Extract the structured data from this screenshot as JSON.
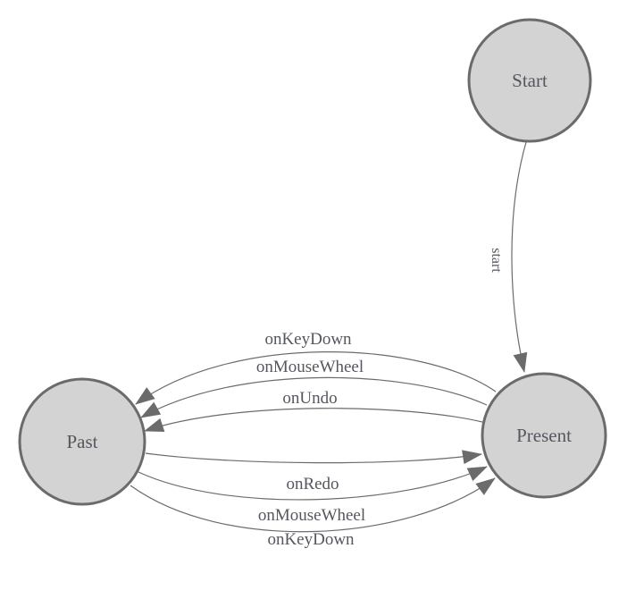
{
  "diagram": {
    "kind": "state-machine",
    "nodes": [
      {
        "id": "start",
        "label": "Start"
      },
      {
        "id": "present",
        "label": "Present"
      },
      {
        "id": "past",
        "label": "Past"
      }
    ],
    "edges": [
      {
        "from": "start",
        "to": "present",
        "label": "start"
      },
      {
        "from": "present",
        "to": "past",
        "label": "onKeyDown"
      },
      {
        "from": "present",
        "to": "past",
        "label": "onMouseWheel"
      },
      {
        "from": "present",
        "to": "past",
        "label": "onUndo"
      },
      {
        "from": "past",
        "to": "present",
        "label": "onRedo"
      },
      {
        "from": "past",
        "to": "present",
        "label": "onMouseWheel"
      },
      {
        "from": "past",
        "to": "present",
        "label": "onKeyDown"
      }
    ],
    "colors": {
      "node_fill": "#d3d3d3",
      "node_border": "#6b6b6b",
      "edge_line": "#6b6b6b",
      "arrowhead": "#6b6b6b",
      "label_text": "#55575e",
      "background": "#ffffff"
    }
  }
}
